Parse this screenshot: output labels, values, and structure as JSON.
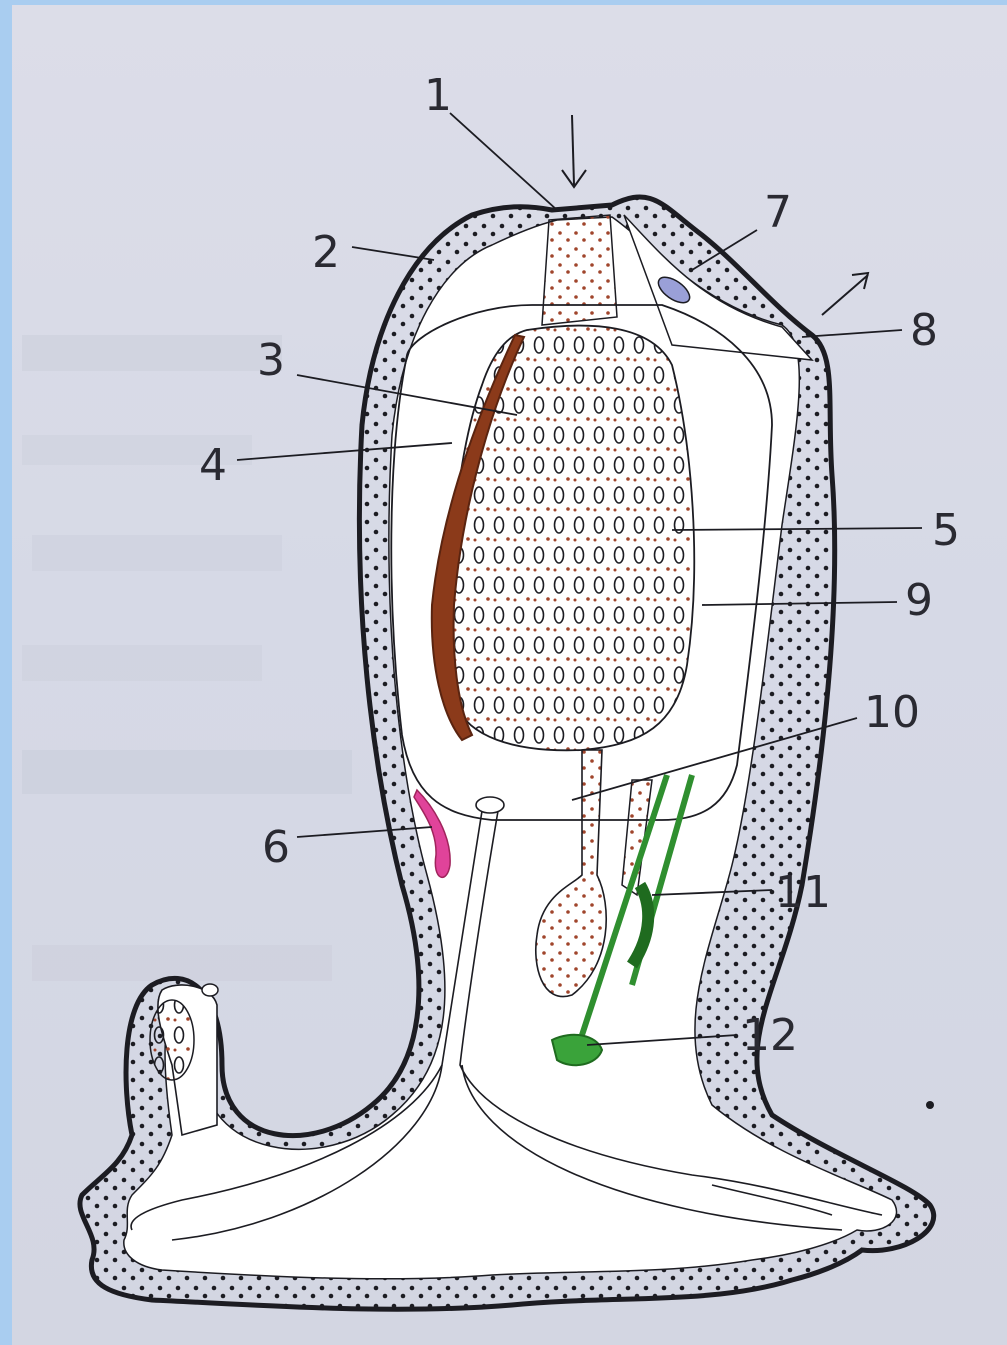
{
  "diagram": {
    "labels": [
      {
        "id": "1",
        "text": "1"
      },
      {
        "id": "2",
        "text": "2"
      },
      {
        "id": "3",
        "text": "3"
      },
      {
        "id": "4",
        "text": "4"
      },
      {
        "id": "5",
        "text": "5"
      },
      {
        "id": "6",
        "text": "6"
      },
      {
        "id": "7",
        "text": "7"
      },
      {
        "id": "8",
        "text": "8"
      },
      {
        "id": "9",
        "text": "9"
      },
      {
        "id": "10",
        "text": "10"
      },
      {
        "id": "11",
        "text": "11"
      },
      {
        "id": "12",
        "text": "12"
      }
    ],
    "colors": {
      "endostyle": "#8b3a1a",
      "gonad": "#e0439a",
      "gut": "#2f8f2f",
      "outline": "#1c1c22",
      "dots": "#8a3a24",
      "background": "#d8dae6",
      "border": "#a9cdf0"
    }
  }
}
